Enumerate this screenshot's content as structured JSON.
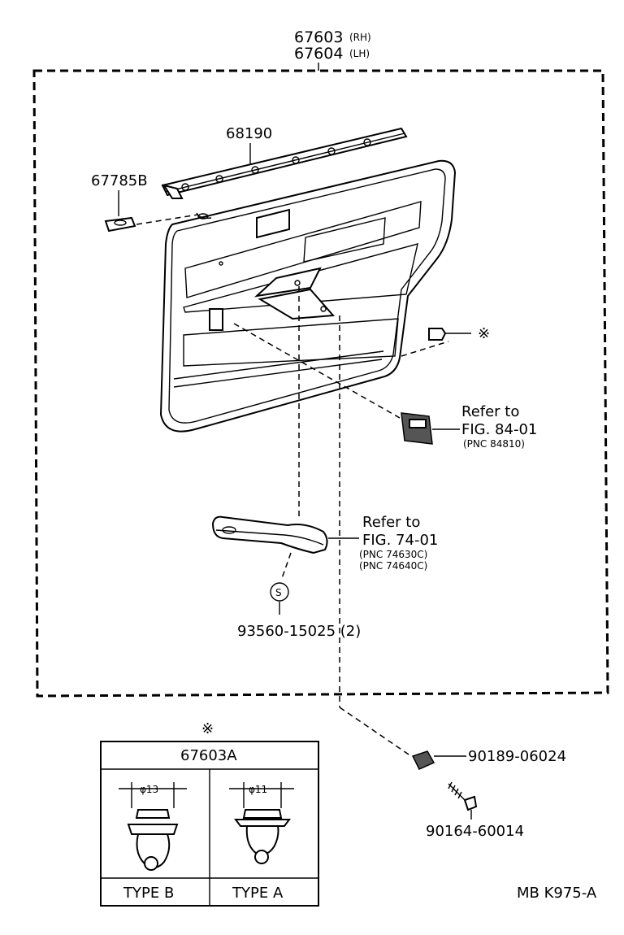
{
  "assembly": {
    "part_rh": "67603",
    "tag_rh": "(RH)",
    "part_lh": "67604",
    "tag_lh": "(LH)"
  },
  "callouts": {
    "weatherstrip": "68190",
    "clip_67785b": "67785B",
    "clip_mark": "※",
    "switch_refer": "Refer to",
    "switch_fig": "FIG. 84-01",
    "switch_pnc": "(PNC 84810)",
    "handle_refer": "Refer to",
    "handle_fig": "FIG. 74-01",
    "handle_pnc_1": "(PNC 74630C)",
    "handle_pnc_2": "(PNC 74640C)",
    "screw_symbol": "S",
    "screw_part": "93560-15025 (2)",
    "retainer": "90189-06024",
    "screw_90164": "90164-60014"
  },
  "clip_table": {
    "mark": "※",
    "title": "67603A",
    "type_b": {
      "dimension": "φ13",
      "label": "TYPE B"
    },
    "type_a": {
      "dimension": "φ11",
      "label": "TYPE A"
    }
  },
  "footer": {
    "code": "MB  K975-A"
  }
}
